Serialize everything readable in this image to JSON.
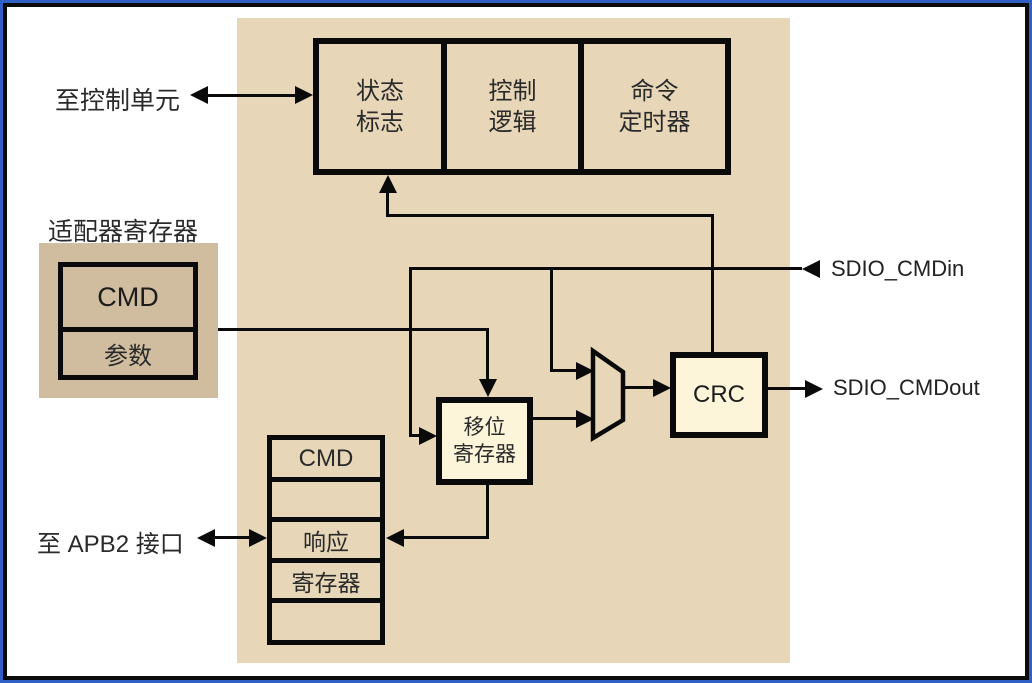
{
  "figure": {
    "top_row": {
      "status_flags": {
        "line1": "状态",
        "line2": "标志"
      },
      "control_logic": {
        "line1": "控制",
        "line2": "逻辑"
      },
      "command_timer": {
        "line1": "命令",
        "line2": "定时器"
      }
    },
    "labels": {
      "to_control_unit": "至控制单元",
      "adapter_registers": "适配器寄存器",
      "to_apb2_interface": "至 APB2 接口",
      "sdio_cmd_in": "SDIO_CMDin",
      "sdio_cmd_out": "SDIO_CMDout"
    },
    "adapter_register_box": {
      "cmd": "CMD",
      "argument": "参数"
    },
    "shift_register": {
      "line1": "移位",
      "line2": "寄存器"
    },
    "crc": "CRC",
    "response_stack": {
      "rows": [
        "CMD",
        "",
        "响应",
        "寄存器",
        ""
      ]
    },
    "colors": {
      "background_tan": "#e7d7b8",
      "adapter_dark_tan": "#d0bd9f",
      "highlight_cream": "#fcf5da",
      "line_black": "#0a0a0a",
      "frame_blue": "#3060c6"
    }
  }
}
